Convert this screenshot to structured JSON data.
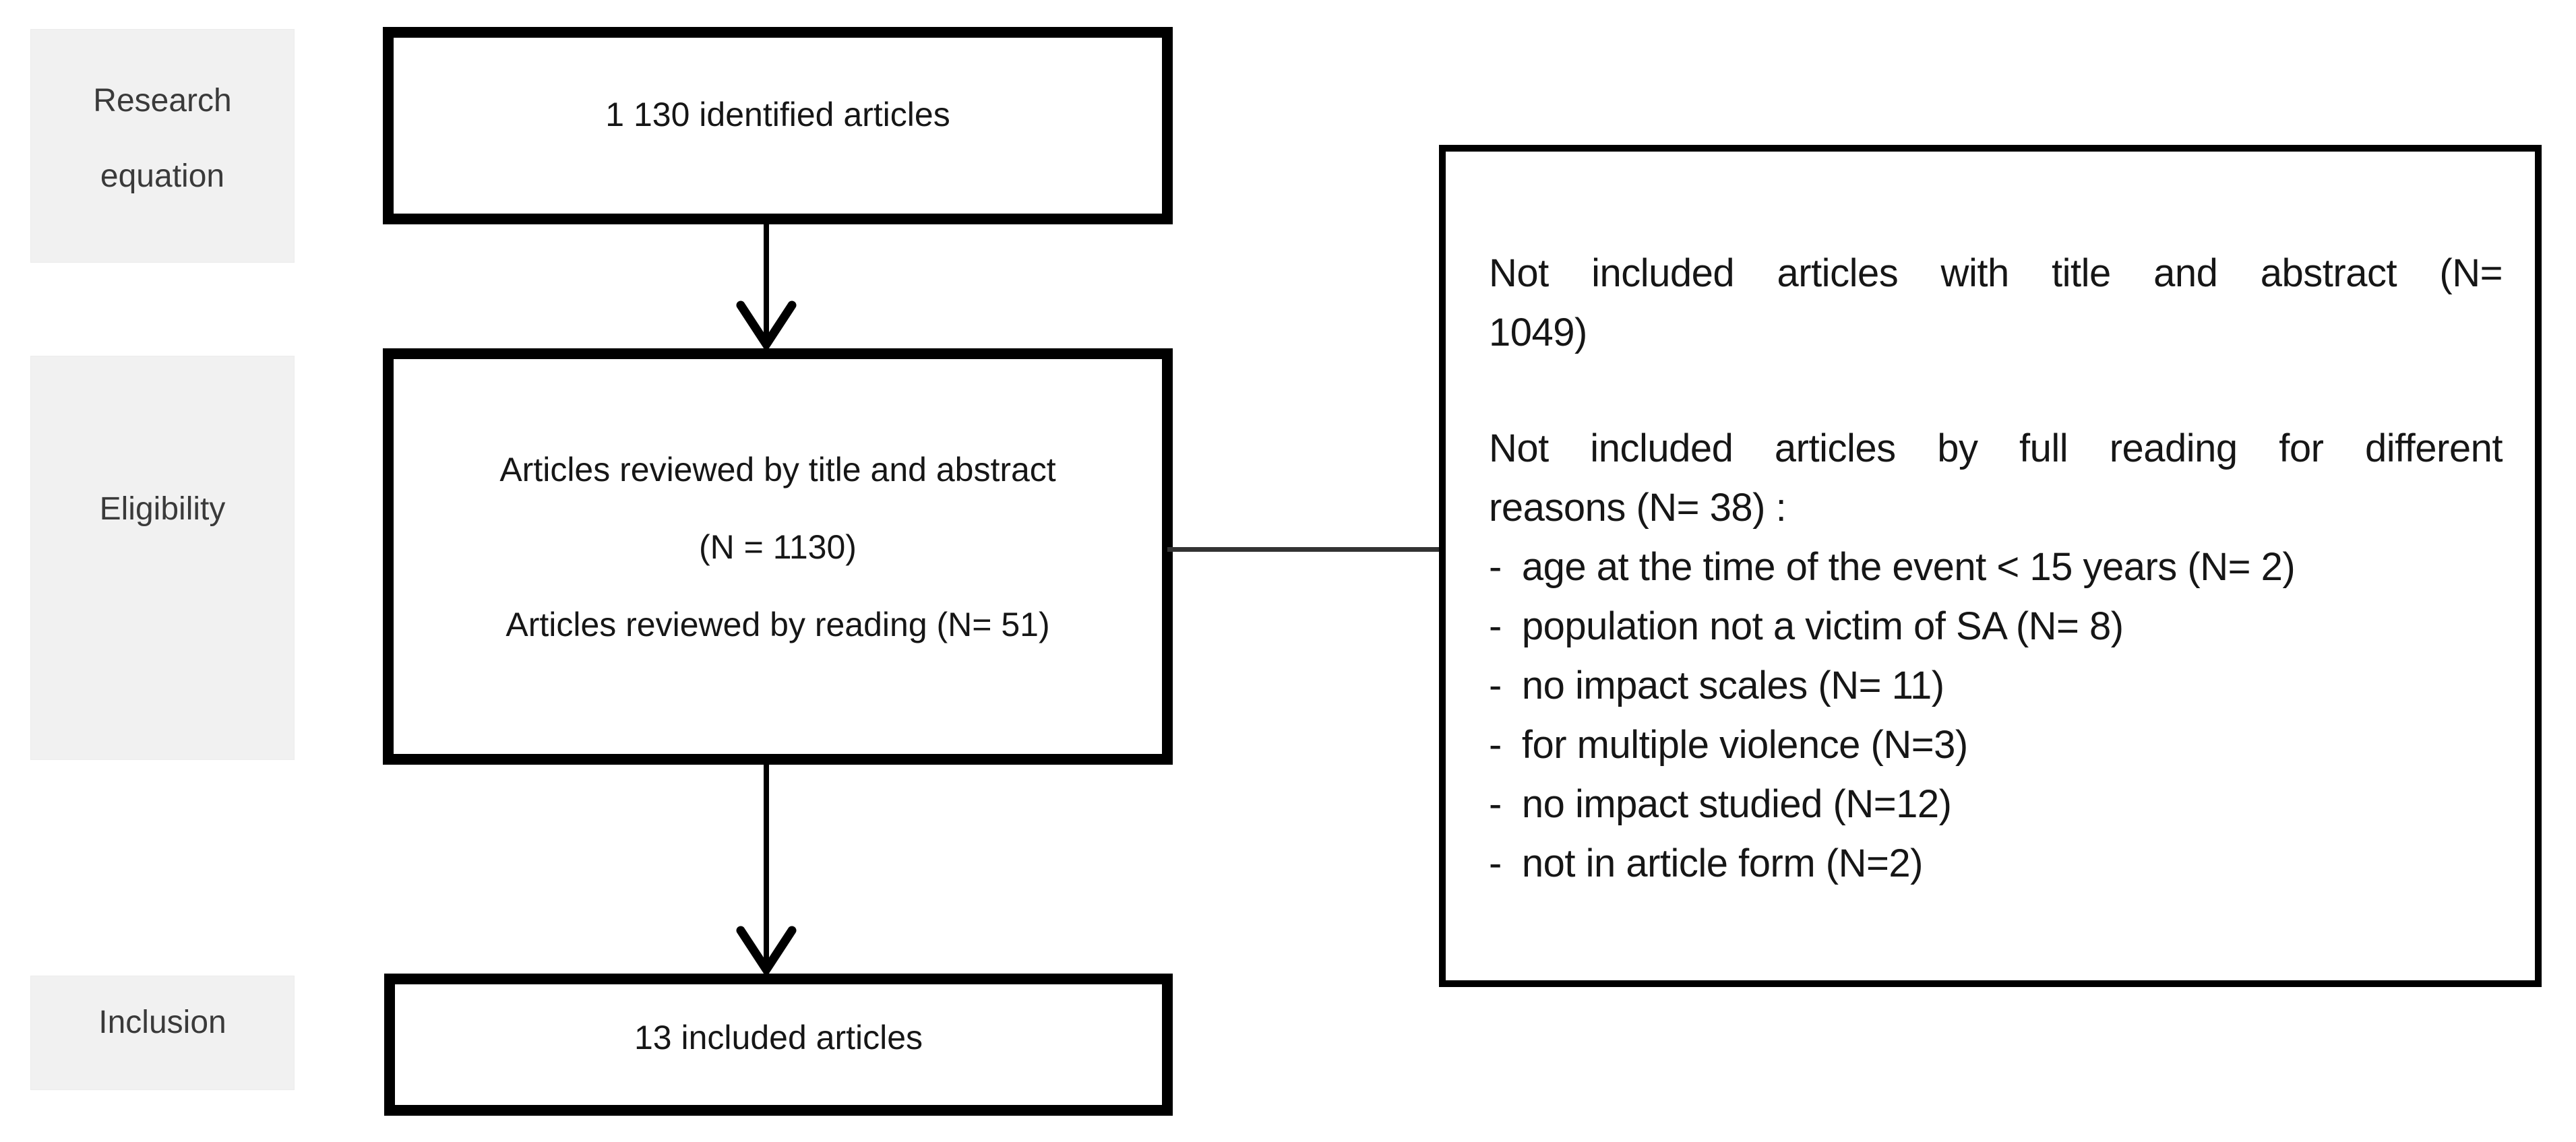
{
  "colors": {
    "border": "#000000",
    "label_bg": "#f1f1f1",
    "label_text": "#3a3a3a",
    "connector": "#333333"
  },
  "stage_labels": {
    "research_line1": "Research",
    "research_line2": "equation",
    "eligibility": "Eligibility",
    "inclusion": "Inclusion"
  },
  "flow_boxes": {
    "identified": "1 130 identified articles",
    "reviewed_line1": "Articles reviewed by title and abstract",
    "reviewed_line2": "(N = 1130)",
    "reviewed_line3": "Articles reviewed by reading (N= 51)",
    "included": "13 included articles"
  },
  "exclusion_box": {
    "para1_line1": "Not included articles with title and abstract (N=",
    "para1_line2": "1049)",
    "para2_line1": "Not included articles by full reading for different",
    "para2_line2": "reasons (N= 38) :",
    "bullet_prefix": "-",
    "bullets": [
      "age at the time of the event < 15 years (N= 2)",
      "population not a victim of SA (N= 8)",
      "no impact scales (N= 11)",
      "for multiple violence (N=3)",
      "no impact studied (N=12)",
      "not in article form (N=2)"
    ]
  }
}
